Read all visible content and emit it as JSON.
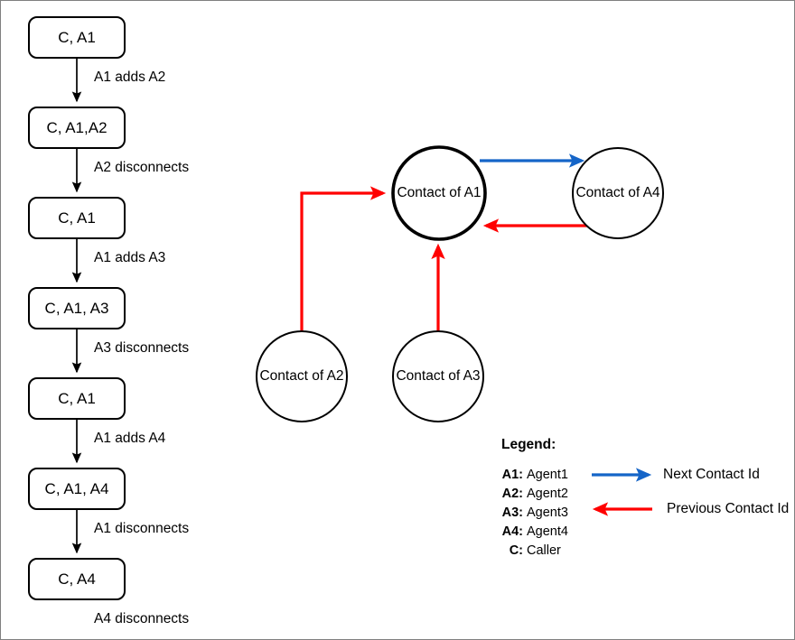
{
  "colors": {
    "next_contact_arrow": "#1565C8",
    "previous_contact_arrow": "#FF0000",
    "node_stroke": "#000000",
    "background": "#FFFFFF",
    "frame": "#808080"
  },
  "flowchart": {
    "nodes": [
      {
        "id": "n1",
        "label": "C, A1"
      },
      {
        "id": "n2",
        "label": "C, A1,A2"
      },
      {
        "id": "n3",
        "label": "C, A1"
      },
      {
        "id": "n4",
        "label": "C, A1, A3"
      },
      {
        "id": "n5",
        "label": "C, A1"
      },
      {
        "id": "n6",
        "label": "C, A1, A4"
      },
      {
        "id": "n7",
        "label": "C, A4"
      }
    ],
    "edge_labels": [
      {
        "id": "e1",
        "label": "A1 adds A2"
      },
      {
        "id": "e2",
        "label": "A2 disconnects"
      },
      {
        "id": "e3",
        "label": "A1 adds A3"
      },
      {
        "id": "e4",
        "label": "A3 disconnects"
      },
      {
        "id": "e5",
        "label": "A1 adds A4"
      },
      {
        "id": "e6",
        "label": "A1 disconnects"
      },
      {
        "id": "e7",
        "label": "A4 disconnects"
      }
    ]
  },
  "graph": {
    "circles": [
      {
        "id": "c1",
        "label": "Contact of A1"
      },
      {
        "id": "c4",
        "label": "Contact of A4"
      },
      {
        "id": "c2",
        "label": "Contact of A2"
      },
      {
        "id": "c3",
        "label": "Contact of A3"
      }
    ]
  },
  "legend": {
    "title": "Legend:",
    "entries": [
      {
        "key": "A1:",
        "value": "Agent1"
      },
      {
        "key": "A2:",
        "value": "Agent2"
      },
      {
        "key": "A3:",
        "value": "Agent3"
      },
      {
        "key": "A4:",
        "value": "Agent4"
      },
      {
        "key": "C:",
        "value": "Caller"
      }
    ],
    "arrows": [
      {
        "id": "next",
        "label": "Next Contact Id",
        "direction": "right",
        "color": "#1565C8"
      },
      {
        "id": "prev",
        "label": "Previous Contact Id",
        "direction": "left",
        "color": "#FF0000"
      }
    ]
  }
}
